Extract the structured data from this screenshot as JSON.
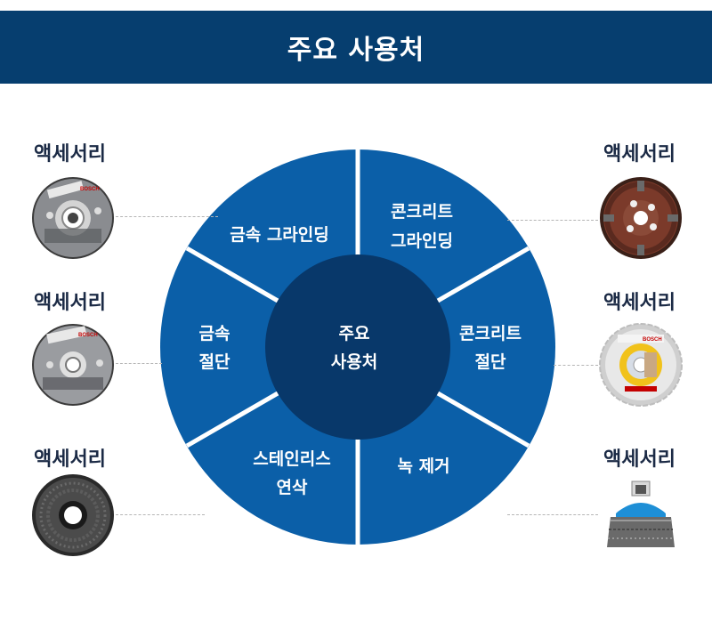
{
  "header": {
    "title": "주요 사용처"
  },
  "center": {
    "line1": "주요",
    "line2": "사용처"
  },
  "segments": {
    "metal_grinding": {
      "line1": "금속 그라인딩"
    },
    "concrete_grinding": {
      "line1": "콘크리트",
      "line2": "그라인딩"
    },
    "concrete_cutting": {
      "line1": "콘크리트",
      "line2": "절단"
    },
    "rust_removal": {
      "line1": "녹 제거"
    },
    "stainless_polishing": {
      "line1": "스테인리스",
      "line2": "연삭"
    },
    "metal_cutting": {
      "line1": "금속",
      "line2": "절단"
    }
  },
  "accessories": {
    "left_top": {
      "label": "액세서리",
      "icon": "grinding-disc-icon"
    },
    "left_mid": {
      "label": "액세서리",
      "icon": "cutting-disc-icon"
    },
    "left_bot": {
      "label": "액세서리",
      "icon": "flap-disc-icon"
    },
    "right_top": {
      "label": "액세서리",
      "icon": "diamond-cup-wheel-icon"
    },
    "right_mid": {
      "label": "액세서리",
      "icon": "diamond-blade-icon"
    },
    "right_bot": {
      "label": "액세서리",
      "icon": "wire-cup-brush-icon"
    }
  },
  "brand_mark": "BOSCH",
  "colors": {
    "header": "#063e6f",
    "ring": "#0b5fa8",
    "center": "#08386a",
    "divider": "#ffffff"
  }
}
